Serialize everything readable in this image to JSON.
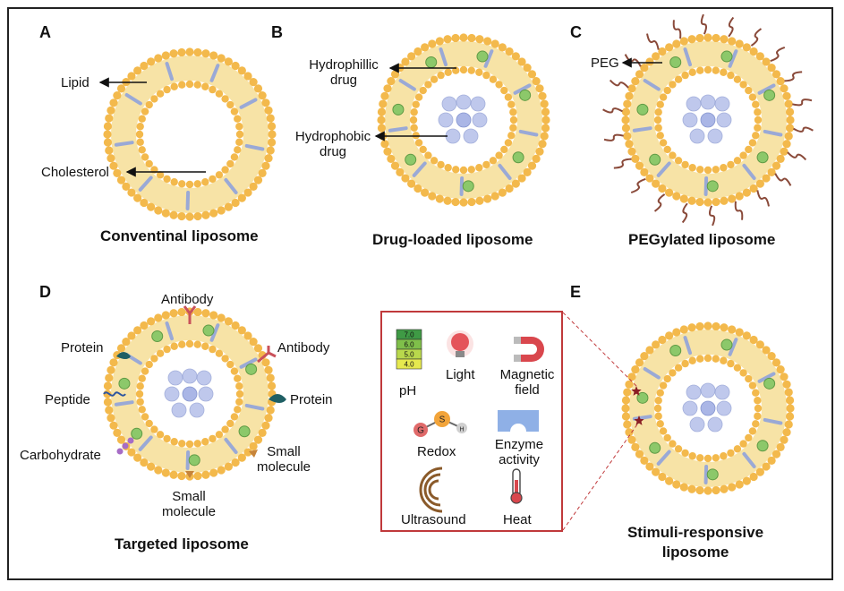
{
  "panels": {
    "a": {
      "letter": "A",
      "caption": "Conventinal liposome",
      "labels": {
        "lipid": "Lipid",
        "cholesterol": "Cholesterol"
      }
    },
    "b": {
      "letter": "B",
      "caption": "Drug-loaded liposome",
      "labels": {
        "hydrophilic_1": "Hydrophillic",
        "hydrophilic_2": "drug",
        "hydrophobic_1": "Hydrophobic",
        "hydrophobic_2": "drug"
      }
    },
    "c": {
      "letter": "C",
      "caption": "PEGylated liposome",
      "labels": {
        "peg": "PEG"
      }
    },
    "d": {
      "letter": "D",
      "caption": "Targeted liposome",
      "labels": {
        "antibody_top": "Antibody",
        "antibody_right": "Antibody",
        "protein_left": "Protein",
        "protein_right": "Protein",
        "peptide": "Peptide",
        "carbohydrate": "Carbohydrate",
        "small_right_1": "Small",
        "small_right_2": "molecule",
        "small_bottom_1": "Small",
        "small_bottom_2": "molecule"
      }
    },
    "e": {
      "letter": "E",
      "caption_1": "Stimuli-responsive",
      "caption_2": "liposome",
      "stimuli": {
        "ph": "pH",
        "ph_scale": [
          "7.0",
          "6.0",
          "5.0",
          "4.0"
        ],
        "light": "Light",
        "magnetic_1": "Magnetic",
        "magnetic_2": "field",
        "redox": "Redox",
        "redox_atoms": [
          "G",
          "S",
          "H"
        ],
        "enzyme_1": "Enzyme",
        "enzyme_2": "activity",
        "ultrasound": "Ultrasound",
        "heat": "Heat"
      }
    }
  },
  "colors": {
    "lipid_head": "#f3b94c",
    "lipid_tail": "#f7e3a6",
    "cholesterol": "#9aa9d6",
    "hydrophilic_drug": "#8cc86a",
    "core_drug": "#aab6e6",
    "peg": "#8a4a3a",
    "stimuli_border": "#c0393b"
  }
}
